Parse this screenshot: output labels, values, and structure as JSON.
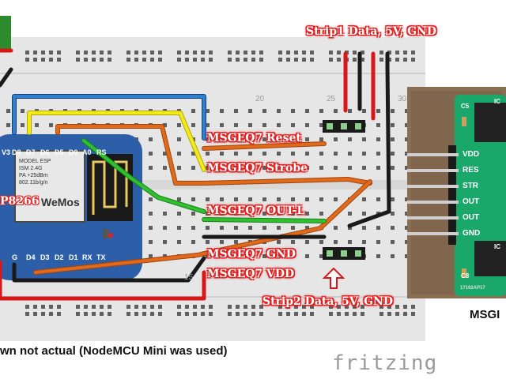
{
  "labels": {
    "strip1": "Strip1 Data, 5V, GND",
    "strip2": "Strip2 Data, 5V, GND",
    "reset": "MSGEQ7 Reset",
    "strobe": "MSGEQ7 Strobe",
    "outl": "MSGEQ7 OUT-L",
    "gnd": "MSGEQ7 GND",
    "vdd": "MSGEQ7 VDD"
  },
  "caption": "wn not actual (NodeMCU Mini was used)",
  "watermark": "fritzing",
  "module_caption": "MSGI",
  "board": {
    "name_partial": "P8266",
    "top_pins": [
      "V3",
      "D8",
      "D7",
      "D6",
      "D5",
      "D0",
      "A0",
      "RS"
    ],
    "bottom_pins": [
      "G",
      "D4",
      "D3",
      "D2",
      "D1",
      "RX",
      "TX"
    ]
  },
  "chip_text": [
    "MODEL ESP",
    "ISM 2.4G",
    "PA +25dBm",
    "802.11b/g/n"
  ],
  "brand": "WeMos",
  "row_numbers": [
    "20",
    "25",
    "30",
    "15"
  ],
  "module_pins": [
    "VDD",
    "RES",
    "STR",
    "OUT",
    "OUT",
    "GND"
  ],
  "module_parts": [
    "C5",
    "IC",
    "C8",
    "IC",
    "17192AP17"
  ],
  "colors": {
    "breadboard": "#e6e6e6",
    "board_blue": "#2d5fa8",
    "pcb_green": "#1aa86a",
    "wire_blue": "#2f7fd0",
    "wire_yellow": "#f2ea1a",
    "wire_orange": "#e06a1a",
    "wire_green": "#2fc02f",
    "wire_red": "#d81818",
    "wire_black": "#1a1a1a",
    "label_red": "#e02020"
  }
}
